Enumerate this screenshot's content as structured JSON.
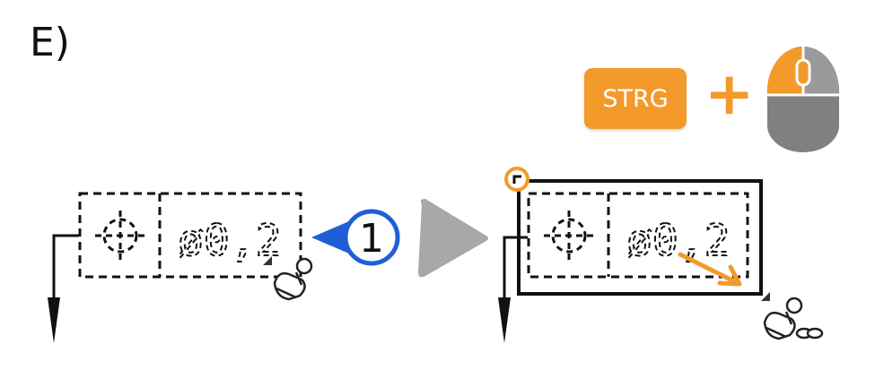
{
  "step": {
    "label": "E)"
  },
  "shortcut": {
    "key": "STRG",
    "plus": "+"
  },
  "tolerance_frame": {
    "value": "ø0,2"
  },
  "callout": {
    "number": "1"
  },
  "colors": {
    "accent_orange": "#f39a2b",
    "callout_blue": "#1f5fd6",
    "arrow_gray": "#a8a8a8",
    "mouse_gray": "#808080"
  },
  "icons": [
    "mouse-left-button-icon",
    "stamp-icon",
    "stamp-link-icon",
    "play-arrow-icon",
    "position-symbol-icon"
  ]
}
